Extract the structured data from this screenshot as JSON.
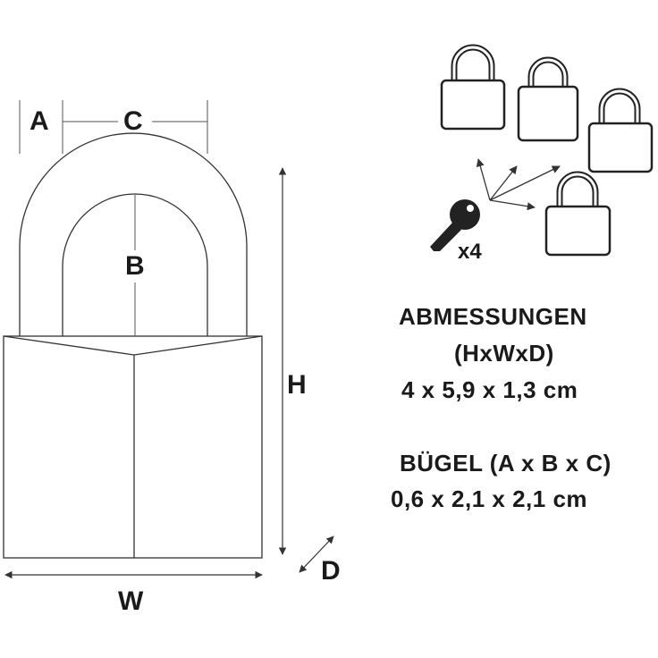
{
  "labels": {
    "a": "A",
    "b": "B",
    "c": "C",
    "h": "H",
    "w": "W",
    "d": "D"
  },
  "keys": {
    "count": "x4",
    "icon": "key-icon"
  },
  "dimensions": {
    "title": "ABMESSUNGEN",
    "format": "(HxWxD)",
    "value": "4 x 5,9 x 1,3 cm"
  },
  "shackle": {
    "title": "BÜGEL (A x B x C)",
    "value": "0,6 x 2,1 x 2,1 cm"
  },
  "padlock_count": 4,
  "line_color": "#333333"
}
